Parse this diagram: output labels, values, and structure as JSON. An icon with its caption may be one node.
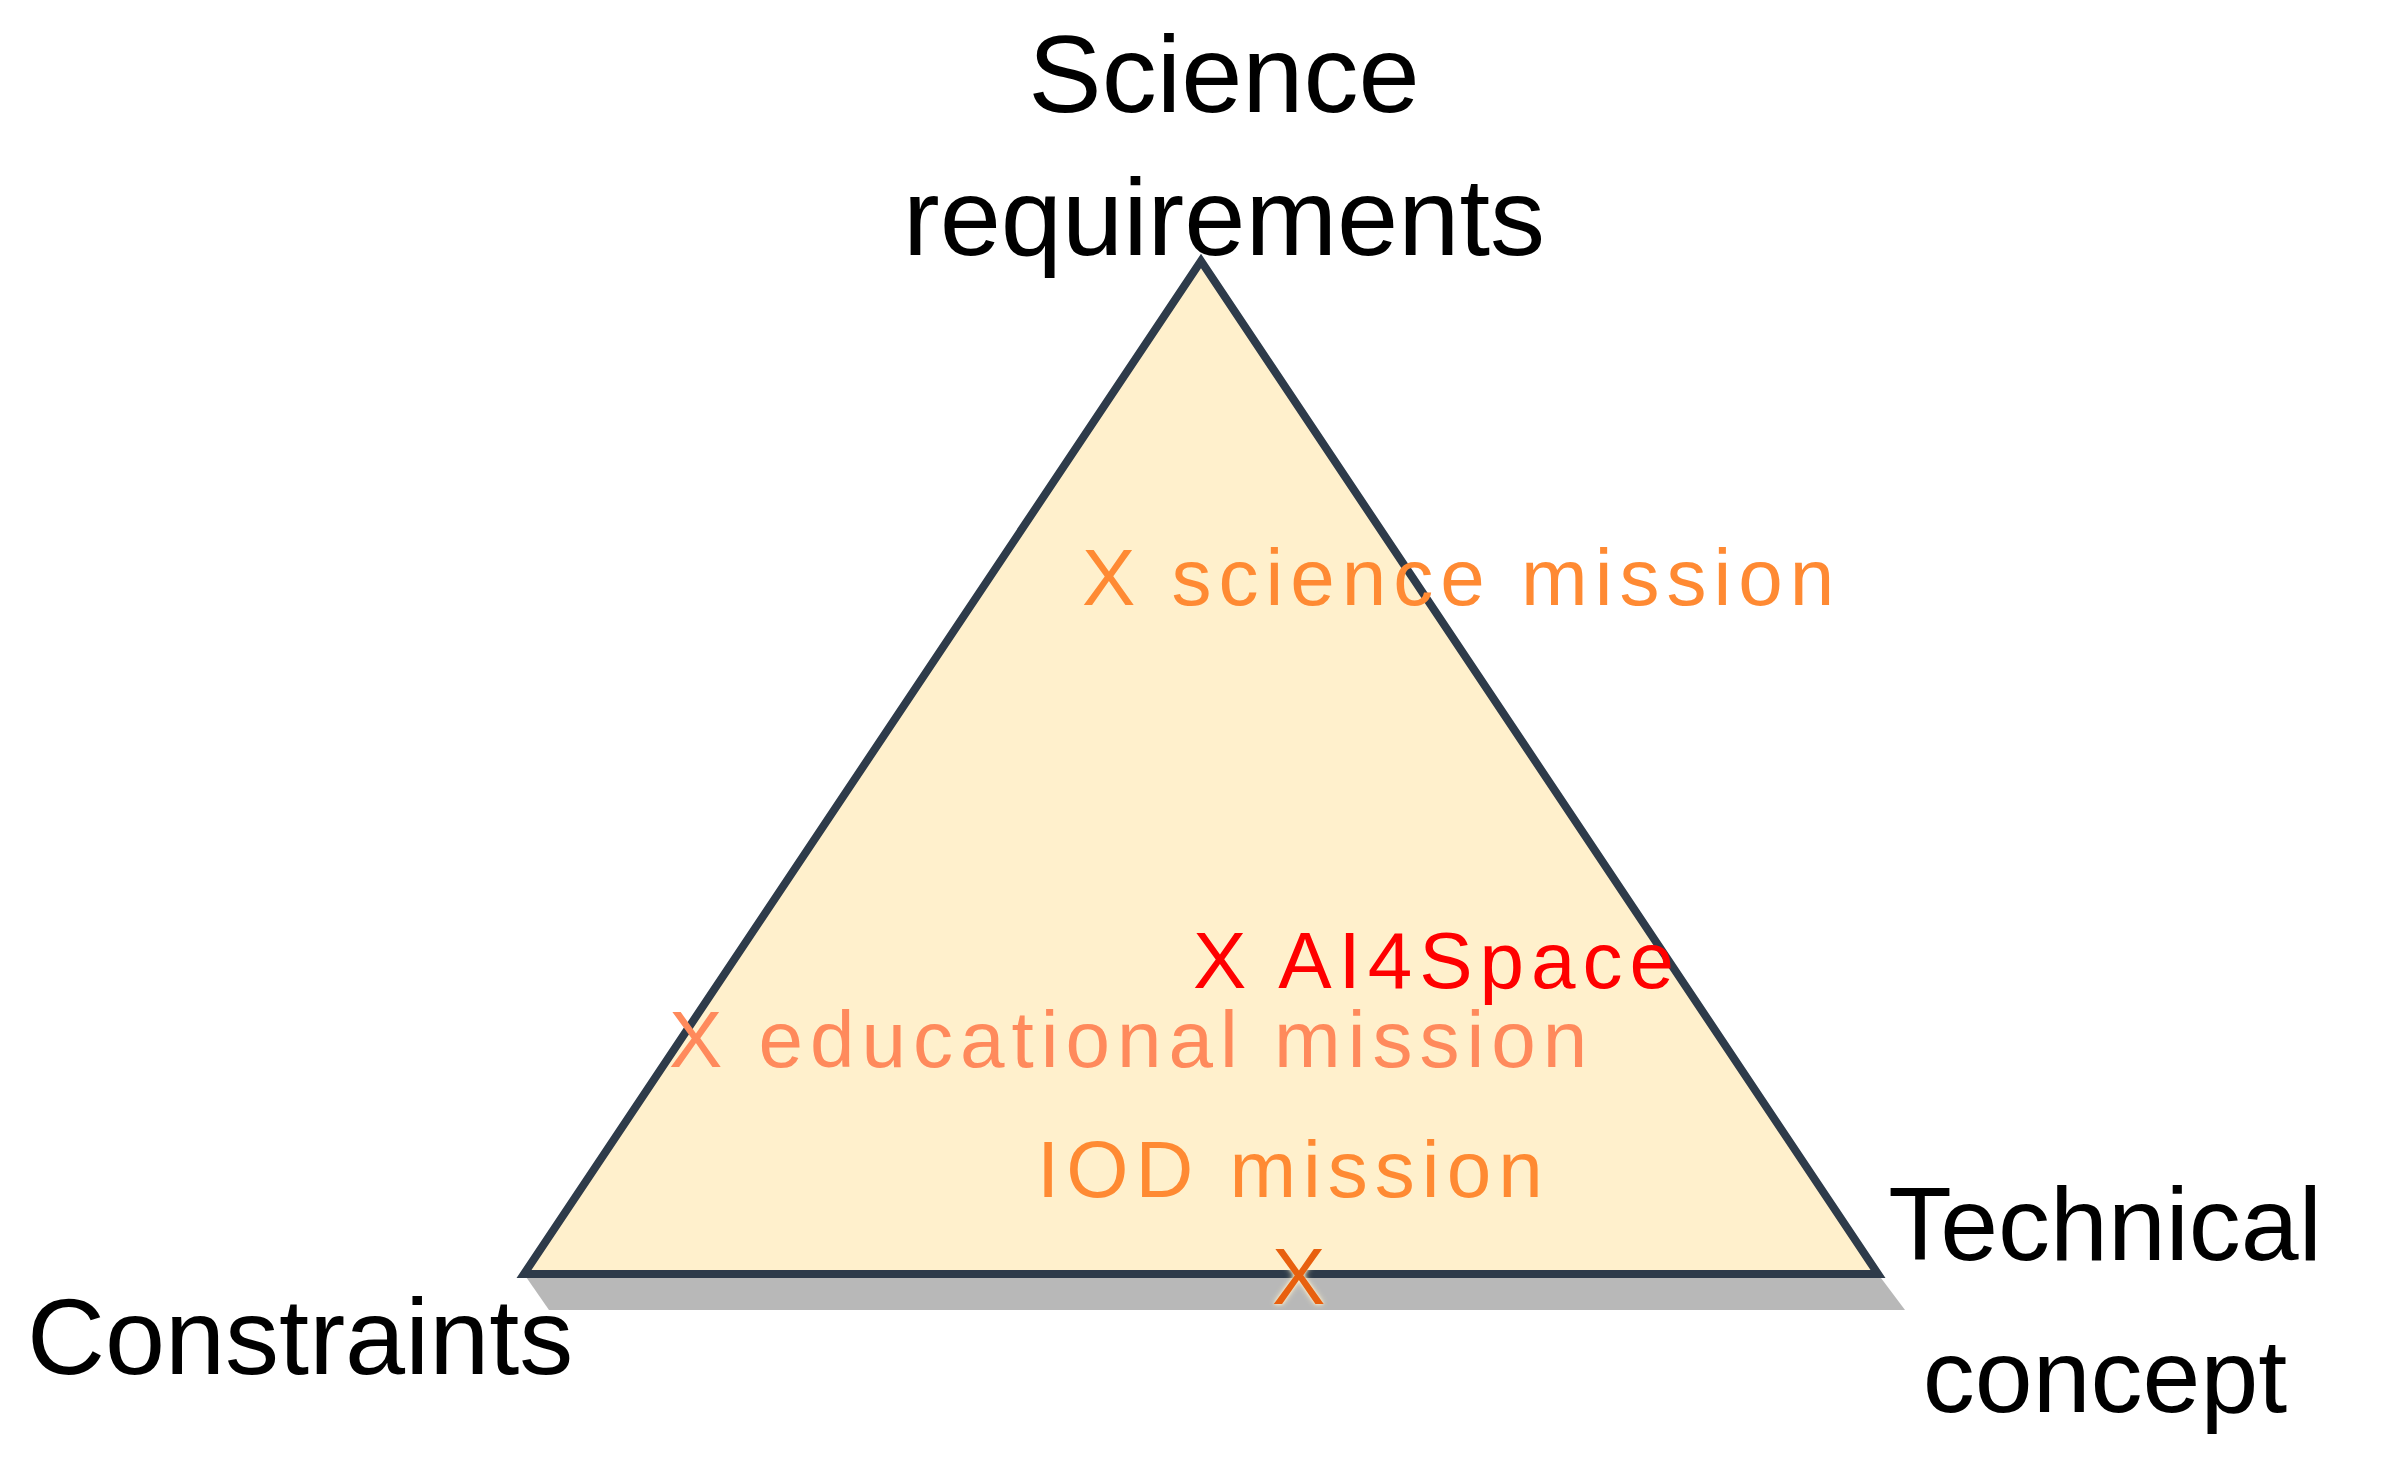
{
  "diagram": {
    "labels": [
      "Science requirements",
      "X science mission",
      "X AI4Space",
      "X educational mission",
      "IOD mission",
      "Technical concept",
      "Constraints",
      "X"
    ]
  }
}
